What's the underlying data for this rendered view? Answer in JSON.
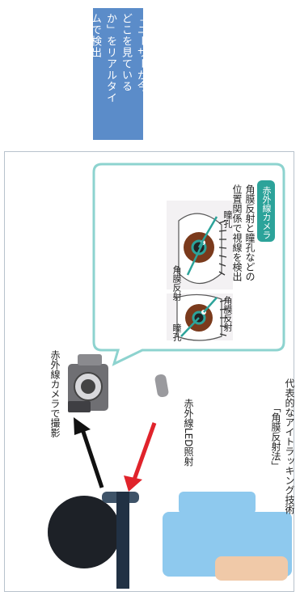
{
  "callout": {
    "lines": [
      "「ユーザーが今、",
      "どこを見ている",
      "か」をリアルタイ",
      "ムで検出"
    ]
  },
  "diagram": {
    "camera_label": "赤外線カメラ",
    "description_lines": [
      "角膜反射と瞳孔などの",
      "位置関係で視線を検出"
    ],
    "eye1": {
      "label_a": "瞳孔",
      "label_b": "角膜反射"
    },
    "eye2": {
      "label_a": "角膜反射",
      "label_b": "瞳孔"
    },
    "shoot_label": "赤外線カメラで撮影",
    "led_label": "赤外線LED照射",
    "caption_lines": [
      "代表的なアイトラッキング技術",
      "「角膜反射法」"
    ]
  },
  "colors": {
    "callout_bg": "#5b8cc9",
    "teal": "#2ca39a",
    "arrow_black": "#111111",
    "arrow_red": "#e0232b",
    "person_blue": "#8ec9ee",
    "bubble_border": "#8dd3cf"
  }
}
